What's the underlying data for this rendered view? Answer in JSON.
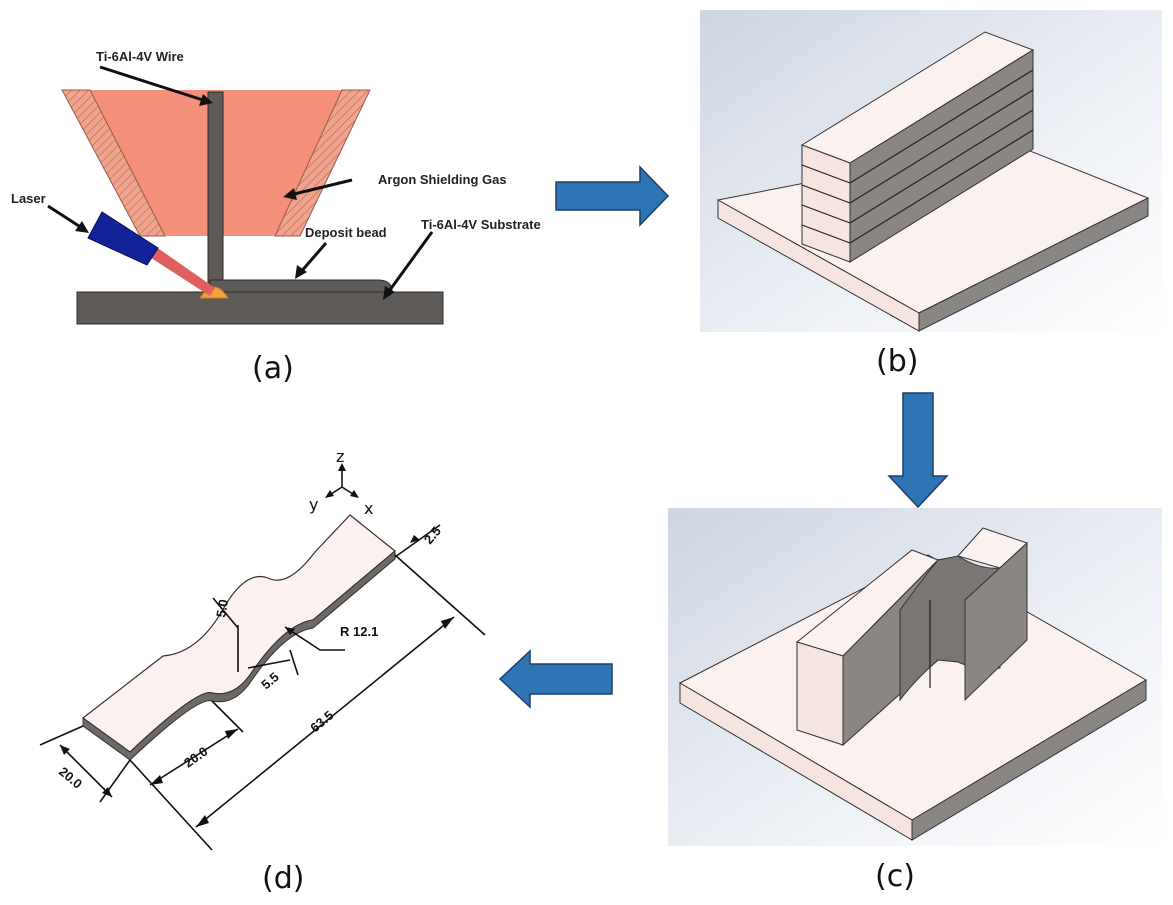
{
  "panel_a": {
    "labels": {
      "wire": "Ti-6Al-4V Wire",
      "laser": "Laser",
      "gas": "Argon Shielding Gas",
      "bead": "Deposit bead",
      "substrate": "Ti-6Al-4V Substrate"
    },
    "caption": "(a)"
  },
  "panel_b": {
    "caption": "(b)"
  },
  "panel_c": {
    "caption": "(c)"
  },
  "panel_d": {
    "caption": "(d)",
    "axes": {
      "z": "z",
      "y": "y",
      "x": "x"
    },
    "dimensions": {
      "thickness": "2.5",
      "gauge_width": "5.0",
      "radius": "R 12.1",
      "gauge_offset": "5.5",
      "total_length": "63.5",
      "grip_length": "20.0",
      "grip_width": "20.0"
    }
  },
  "colors": {
    "nozzle": "#f4907a",
    "substrate": "#5e5a57",
    "arrow": "#2e75b6",
    "arrow_edge": "#1f3f66",
    "part": "#fbf1ee",
    "laser_head": "#14229a"
  }
}
